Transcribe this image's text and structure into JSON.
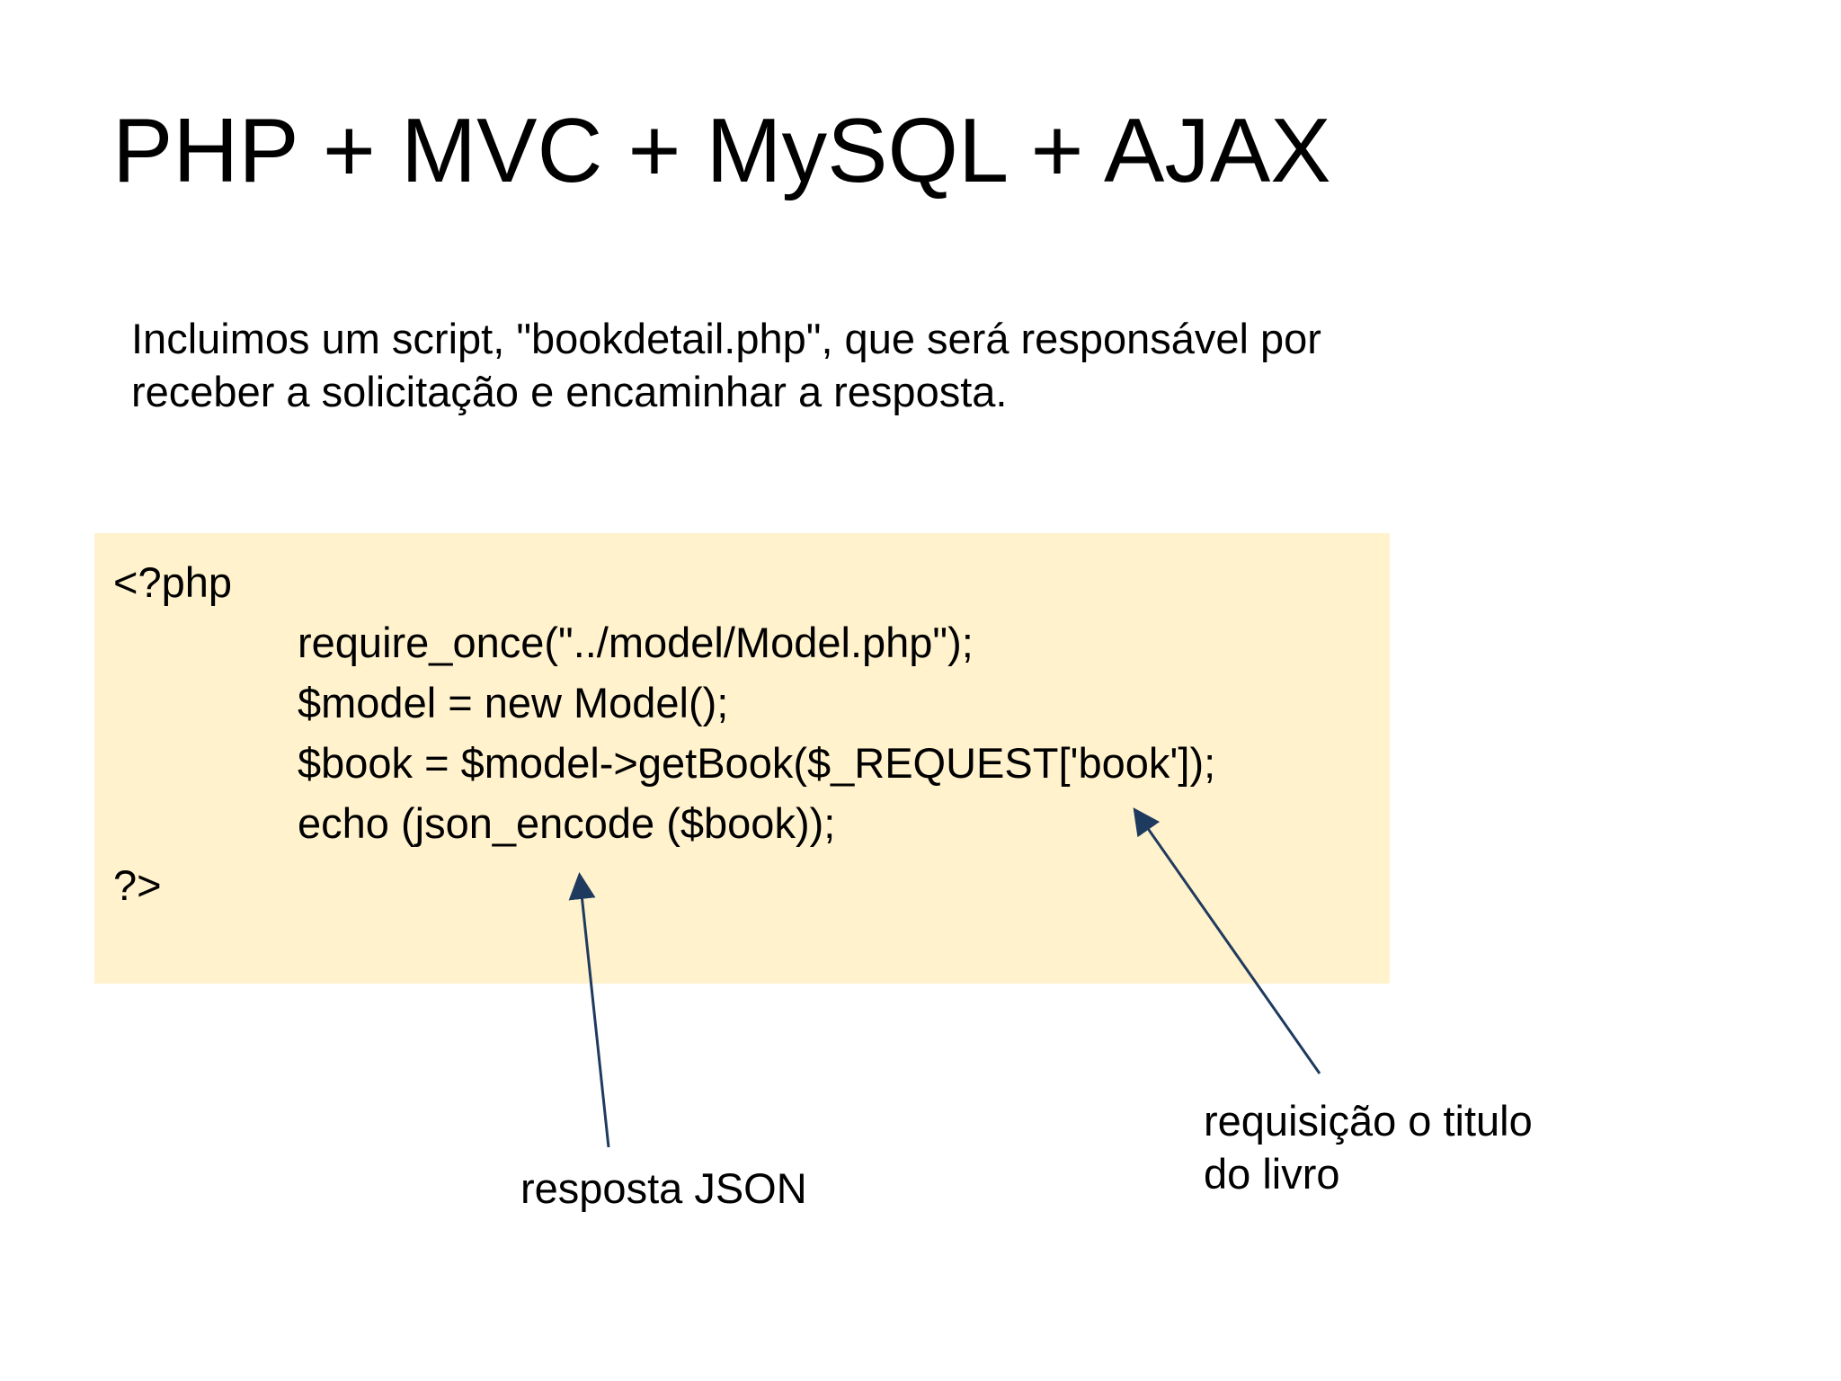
{
  "slide": {
    "title": "PHP + MVC + MySQL + AJAX",
    "intro_text": "Incluimos um script, \"bookdetail.php\", que será responsável por receber a solicitação e encaminhar a resposta."
  },
  "code": {
    "lines": [
      "<?php",
      "require_once(\"../model/Model.php\");",
      "$model = new Model();",
      "$book = $model->getBook($_REQUEST['book']);",
      "echo (json_encode ($book));",
      "?>"
    ]
  },
  "annotations": {
    "json_response": "resposta JSON",
    "book_title_request_line1": "requisição o titulo",
    "book_title_request_line2": "do livro"
  },
  "colors": {
    "code_background": "#fff2cc",
    "arrow": "#1f3a5f"
  }
}
